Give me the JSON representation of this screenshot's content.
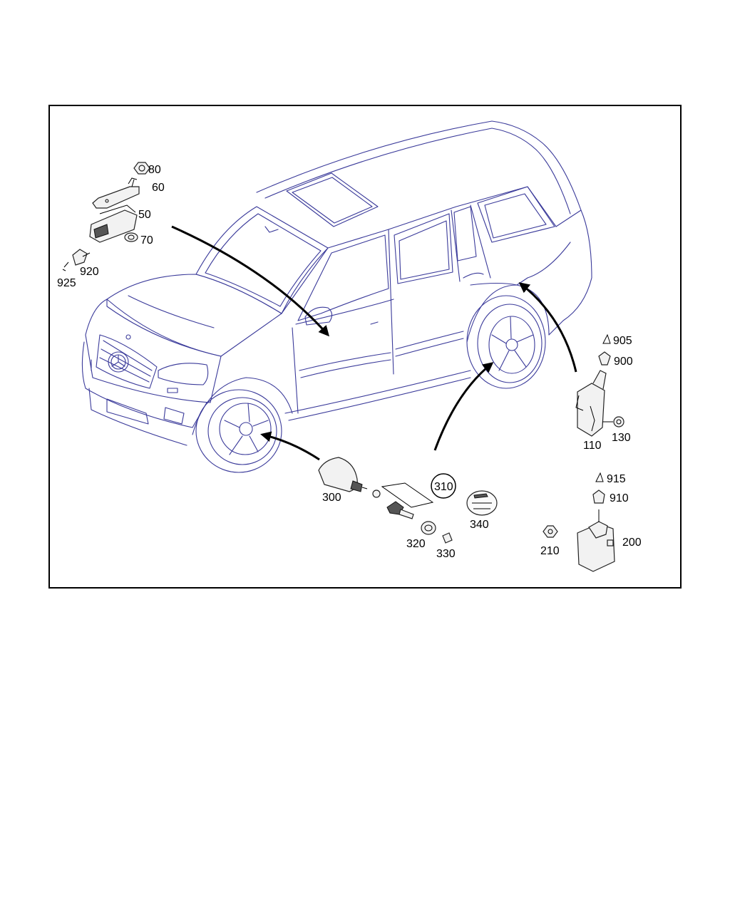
{
  "callouts": {
    "p80": "80",
    "p60": "60",
    "p50": "50",
    "p70": "70",
    "p920": "920",
    "p925": "925",
    "p905": "905",
    "p900": "900",
    "p110": "110",
    "p130": "130",
    "p915": "915",
    "p910": "910",
    "p200": "200",
    "p210": "210",
    "p300": "300",
    "p310": "310",
    "p320": "320",
    "p330": "330",
    "p340": "340"
  },
  "colors": {
    "vehicle_lines": "#3a3a9a",
    "frame": "#000000"
  }
}
